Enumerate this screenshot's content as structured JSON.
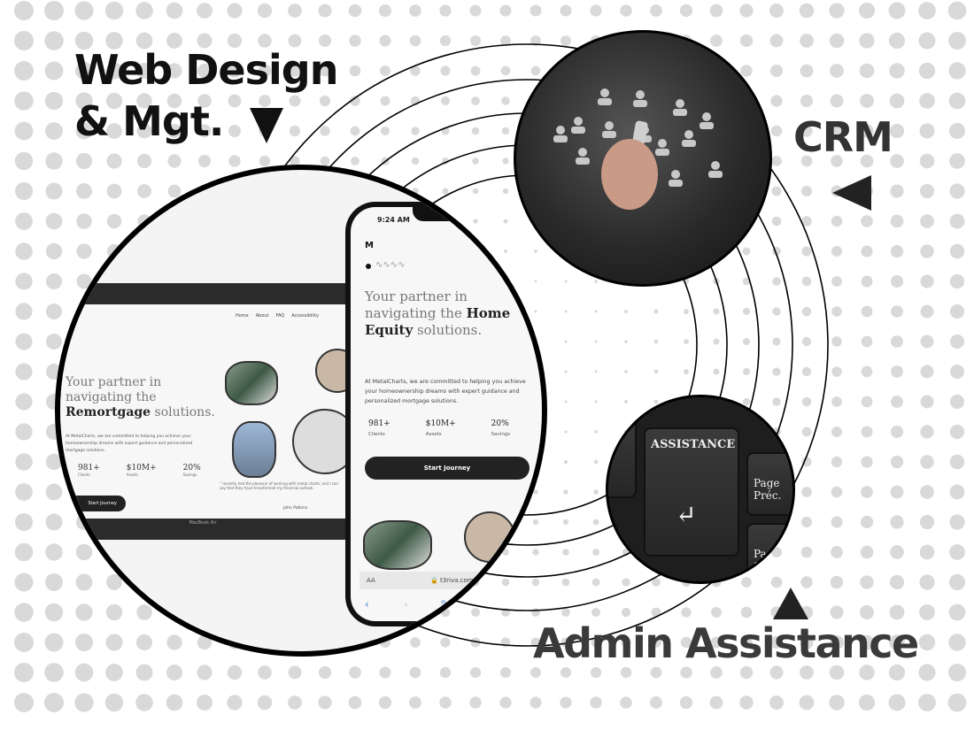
{
  "labels": {
    "web_design_line1": "Web Design",
    "web_design_line2": "& Mgt.",
    "crm": "CRM",
    "admin": "Admin Assistance"
  },
  "colors": {
    "label_text": "#111111",
    "dots": "#d9d9d9",
    "rings": "#000000"
  },
  "icons": {
    "web_arrow": "triangle-down",
    "crm_arrow": "triangle-left",
    "admin_arrow": "triangle-up"
  },
  "laptop": {
    "nav": [
      "Home",
      "About",
      "FAQ",
      "Accessibility"
    ],
    "headline_prefix": "Your partner in navigating the",
    "headline_bold": "Remortgage",
    "headline_suffix": "solutions.",
    "body": "At MetalCharts, we are committed to helping you achieve your homeownership dreams with expert guidance and personalized mortgage solutions.",
    "stats": [
      {
        "value": "981+",
        "label": "Clients"
      },
      {
        "value": "$10M+",
        "label": "Assets"
      },
      {
        "value": "20%",
        "label": "Savings"
      }
    ],
    "button": "Start Journey",
    "quote": "\" recently had the pleasure of working with metal charts, and I can say that they have transformed my financial outlook.",
    "author": "John Patkins",
    "model": "MacBook Air"
  },
  "phone": {
    "time": "9:24 AM",
    "logo": "M",
    "headline_prefix": "Your partner in navigating the",
    "headline_bold": "Home Equity",
    "headline_suffix": "solutions.",
    "body": "At MetalCharts, we are committed to helping you achieve your homeownership dreams with expert guidance and personalized mortgage solutions.",
    "stats": [
      {
        "value": "981+",
        "label": "Clients"
      },
      {
        "value": "$10M+",
        "label": "Assets"
      },
      {
        "value": "20%",
        "label": "Savings"
      }
    ],
    "button": "Start Journey",
    "url_aa": "AA",
    "url": "t3riva.com"
  },
  "keyboard": {
    "main_key": "ASSISTANCE",
    "enter_glyph": "↵",
    "page_up": "Page Préc.",
    "page_down": "Page Suiv."
  }
}
